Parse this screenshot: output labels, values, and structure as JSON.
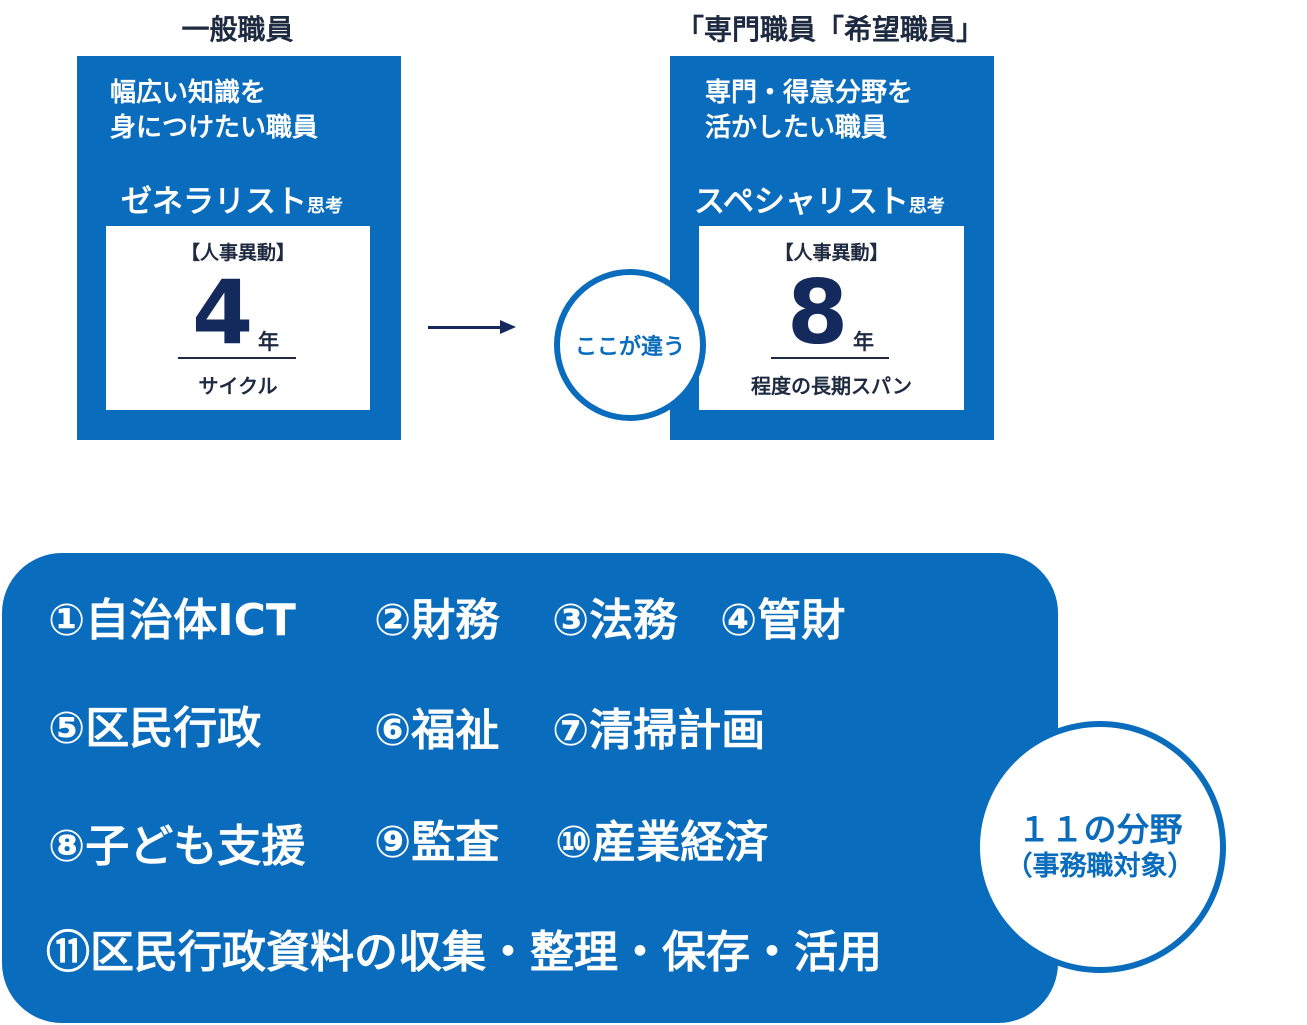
{
  "left": {
    "heading": "一般職員",
    "desc_line1": "幅広い知識を",
    "desc_line2": "身につけたい職員",
    "thinking_main": "ゼネラリスト",
    "thinking_suffix": "思考",
    "transfer_label": "【人事異動】",
    "years": "4",
    "years_unit": "年",
    "years_caption": "サイクル"
  },
  "right": {
    "heading": "「専門職員「希望職員」",
    "desc_line1": "専門・得意分野を",
    "desc_line2": "活かしたい職員",
    "thinking_main": "スペシャリスト",
    "thinking_suffix": "思考",
    "transfer_label": "【人事異動】",
    "years": "8",
    "years_unit": "年",
    "years_caption": "程度の長期スパン"
  },
  "difference_label": "ここが違う",
  "fields": [
    "①自治体ICT",
    "②財務",
    "③法務",
    "④管財",
    "⑤区民行政",
    "⑥福祉",
    "⑦清掃計画",
    "⑧子ども支援",
    "⑨監査",
    "⑩産業経済",
    "⑪区民行政資料の収集・整理・保存・活用"
  ],
  "field_count": {
    "main": "１１の分野",
    "sub": "（事務職対象）"
  },
  "colors": {
    "primary_blue": "#0a6cbc",
    "navy": "#152a5c",
    "text_dark": "#1e2a40"
  }
}
